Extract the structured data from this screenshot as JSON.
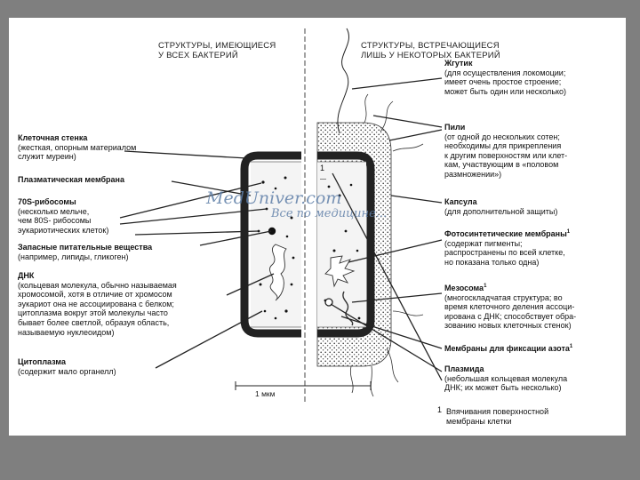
{
  "header": {
    "left_title": "СТРУКТУРЫ, ИМЕЮЩИЕСЯ\nУ ВСЕХ БАКТЕРИЙ",
    "right_title": "СТРУКТУРЫ, ВСТРЕЧАЮЩИЕСЯ\nЛИШЬ У НЕКОТОРЫХ БАКТЕРИЙ"
  },
  "left_labels": {
    "cell_wall": {
      "title": "Клеточная стенка",
      "desc": "(жесткая, опорным материалом\nслужит муреин)"
    },
    "membrane": {
      "title": "Плазматическая мембрана"
    },
    "ribosomes": {
      "title": "70S-рибосомы",
      "desc": "(несколько мельче,\nчем 80S- рибосомы\nэукариотических клеток)"
    },
    "reserves": {
      "title": "Запасные питательные вещества",
      "desc": "(например, липиды, гликоген)"
    },
    "dna": {
      "title": "ДНК",
      "desc": "(кольцевая молекула, обычно называемая\nхромосомой, хотя в отличие от хромосом\nэукариот она не ассоциирована с белком;\nцитоплазма вокруг этой молекулы часто\nбывает более светлой, образуя область,\nназываемую нуклеоидом)"
    },
    "cytoplasm": {
      "title": "Цитоплазма",
      "desc": "(содержит мало органелл)"
    }
  },
  "right_labels": {
    "flagellum": {
      "title": "Жгутик",
      "desc": "(для осуществления локомоции;\nимеет очень простое строение;\nможет быть один или несколько)"
    },
    "pili": {
      "title": "Пили",
      "desc": "(от одной до нескольких сотен;\nнеобходимы для прикрепления\nк другим поверхностям или клет-\nкам, участвующим в  «половом\nразмножении»)"
    },
    "capsule": {
      "title": "Капсула",
      "desc": "(для дополнительной защиты)"
    },
    "photo_membranes": {
      "title": "Фотосинтетические мембраны",
      "desc": "(содержат пигменты;\nраспространены по всей клетке,\nно показана только одна)"
    },
    "mesosome": {
      "title": "Мезосома",
      "desc": "(многоскладчатая структура; во\nвремя клеточного деления ассоци-\nирована с ДНК; способствует обра-\nзованию новых клеточных стенок)"
    },
    "nitrogen": {
      "title": "Мембраны для фиксации азота"
    },
    "plasmid": {
      "title": "Плазмида",
      "desc": "(небольшая кольцевая молекула\nДНК; их может быть несколько)"
    }
  },
  "superscript": "1",
  "footnote": "Впячивания поверхностной\nмембраны клетки",
  "scale_label": "1 мкм",
  "watermark": {
    "line1": "MedUniver.com",
    "line2": "Все по медицине..."
  }
}
